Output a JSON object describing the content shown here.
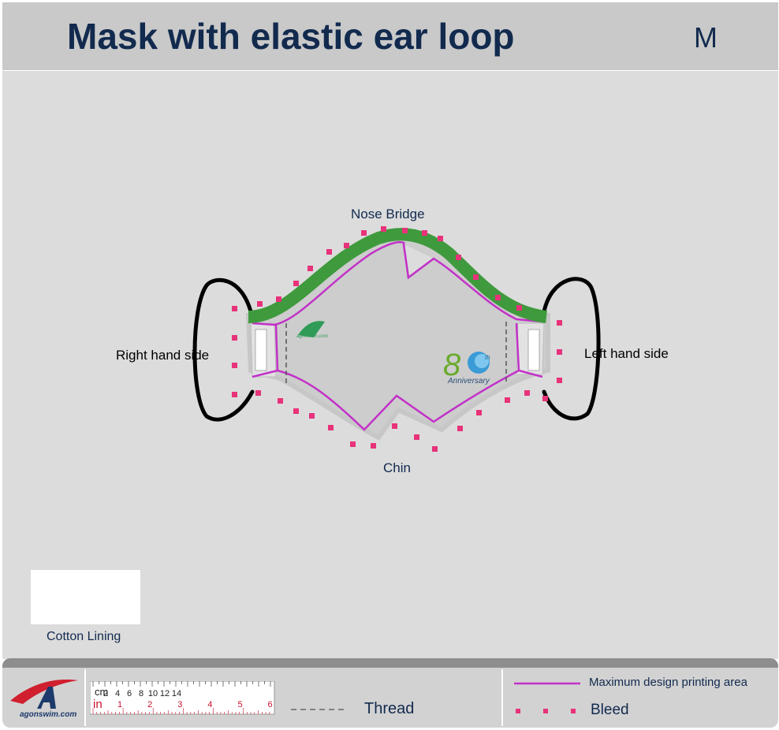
{
  "header": {
    "title": "Mask with elastic ear loop",
    "size": "M"
  },
  "diagram": {
    "labels": {
      "nose_bridge": "Nose Bridge",
      "chin": "Chin",
      "right_side": "Right hand side",
      "left_side": "Left hand side"
    },
    "lining_label": "Cotton Lining",
    "logo_text": "agonswim.com",
    "anniversary": {
      "numeral": "8",
      "suffix": "th",
      "word": "Anniversary"
    }
  },
  "footer": {
    "brand": "agonswim.com",
    "ruler": {
      "cm_label": "cm",
      "in_label": "in",
      "cm_ticks": [
        "2",
        "4",
        "6",
        "8",
        "10",
        "12",
        "14"
      ],
      "in_ticks": [
        "1",
        "2",
        "3",
        "4",
        "5",
        "6"
      ]
    },
    "legend": {
      "thread": "Thread",
      "max_area": "Maximum design printing area",
      "bleed": "Bleed"
    }
  },
  "colors": {
    "title": "#122a4e",
    "nose_bridge": "#3f9a3d",
    "max_area_line": "#c231c8",
    "bleed": "#e8327a",
    "mask_fill": "#cbcbcb",
    "ear_loop": "#000000"
  }
}
